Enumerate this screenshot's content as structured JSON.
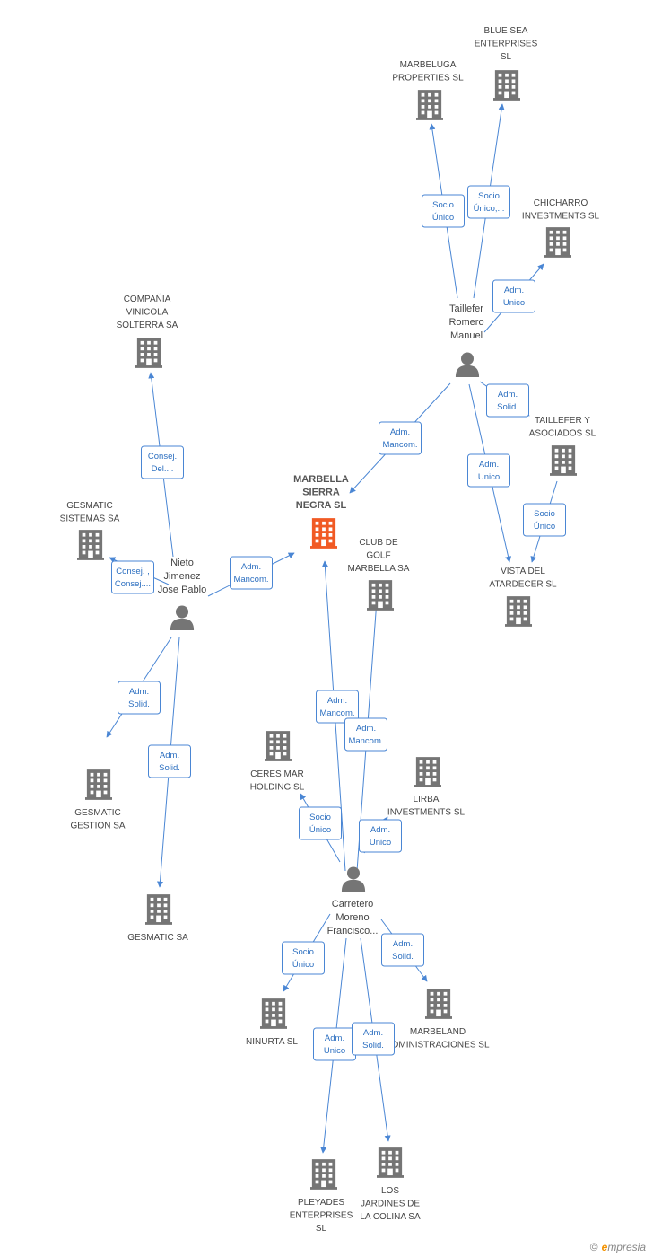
{
  "colors": {
    "edge": "#4a86d4",
    "node": "#757575",
    "main_node": "#f15a24",
    "edge_text": "#2c6fc0"
  },
  "nodes": [
    {
      "id": "marbella",
      "type": "company_main",
      "lines": [
        "MARBELLA",
        "SIERRA",
        "NEGRA SL"
      ]
    },
    {
      "id": "marbeluga",
      "type": "company",
      "lines": [
        "MARBELUGA",
        "PROPERTIES  SL"
      ]
    },
    {
      "id": "bluesea",
      "type": "company",
      "lines": [
        "BLUE SEA",
        "ENTERPRISES",
        "SL"
      ]
    },
    {
      "id": "chicharro",
      "type": "company",
      "lines": [
        "CHICHARRO",
        "INVESTMENTS SL"
      ]
    },
    {
      "id": "taillefer",
      "type": "person",
      "lines": [
        "Taillefer",
        "Romero",
        "Manuel"
      ]
    },
    {
      "id": "taillefer_asoc",
      "type": "company",
      "lines": [
        "TAILLEFER Y",
        "ASOCIADOS SL"
      ]
    },
    {
      "id": "vista",
      "type": "company",
      "lines": [
        "VISTA DEL",
        "ATARDECER  SL"
      ]
    },
    {
      "id": "solterra",
      "type": "company",
      "lines": [
        "COMPAÑIA",
        "VINICOLA",
        "SOLTERRA SA"
      ]
    },
    {
      "id": "gesmatic_sis",
      "type": "company",
      "lines": [
        "GESMATIC",
        "SISTEMAS SA"
      ]
    },
    {
      "id": "nieto",
      "type": "person",
      "lines": [
        "Nieto",
        "Jimenez",
        "Jose Pablo"
      ]
    },
    {
      "id": "club",
      "type": "company",
      "lines": [
        "CLUB DE",
        "GOLF",
        "MARBELLA SA"
      ]
    },
    {
      "id": "gesmatic_ges",
      "type": "company",
      "lines": [
        "GESMATIC",
        "GESTION SA"
      ]
    },
    {
      "id": "gesmatic",
      "type": "company",
      "lines": [
        "GESMATIC SA"
      ]
    },
    {
      "id": "ceres",
      "type": "company",
      "lines": [
        "CERES MAR",
        "HOLDING  SL"
      ]
    },
    {
      "id": "lirba",
      "type": "company",
      "lines": [
        "LIRBA",
        "INVESTMENTS SL"
      ]
    },
    {
      "id": "carretero",
      "type": "person",
      "lines": [
        "Carretero",
        "Moreno",
        "Francisco..."
      ]
    },
    {
      "id": "marbeland",
      "type": "company",
      "lines": [
        "MARBELAND",
        "ADMINISTRACIONES SL"
      ]
    },
    {
      "id": "ninurta",
      "type": "company",
      "lines": [
        "NINURTA SL"
      ]
    },
    {
      "id": "pleyades",
      "type": "company",
      "lines": [
        "PLEYADES",
        "ENTERPRISES",
        "SL"
      ]
    },
    {
      "id": "jardines",
      "type": "company",
      "lines": [
        "LOS",
        "JARDINES DE",
        "LA COLINA SA"
      ]
    }
  ],
  "edges": [
    {
      "from": "taillefer",
      "to": "marbeluga",
      "label": [
        "Socio",
        "Único"
      ]
    },
    {
      "from": "taillefer",
      "to": "bluesea",
      "label": [
        "Socio",
        "Único,..."
      ]
    },
    {
      "from": "taillefer",
      "to": "chicharro",
      "label": [
        "Adm.",
        "Unico"
      ]
    },
    {
      "from": "taillefer",
      "to": "taillefer_asoc",
      "label": [
        "Adm.",
        "Solid."
      ]
    },
    {
      "from": "taillefer",
      "to": "marbella",
      "label": [
        "Adm.",
        "Mancom."
      ]
    },
    {
      "from": "taillefer",
      "to": "vista",
      "label": [
        "Adm.",
        "Unico"
      ]
    },
    {
      "from": "taillefer_asoc",
      "to": "vista",
      "label": [
        "Socio",
        "Único"
      ]
    },
    {
      "from": "nieto",
      "to": "solterra",
      "label": [
        "Consej.",
        "Del...."
      ]
    },
    {
      "from": "nieto",
      "to": "gesmatic_sis",
      "label": [
        "Consej. ,",
        "Consej...."
      ]
    },
    {
      "from": "nieto",
      "to": "marbella",
      "label": [
        "Adm.",
        "Mancom."
      ]
    },
    {
      "from": "nieto",
      "to": "gesmatic_ges",
      "label": [
        "Adm.",
        "Solid."
      ]
    },
    {
      "from": "nieto",
      "to": "gesmatic",
      "label": [
        "Adm.",
        "Solid."
      ]
    },
    {
      "from": "carretero",
      "to": "marbella",
      "label": [
        "Adm.",
        "Mancom."
      ]
    },
    {
      "from": "carretero",
      "to": "club",
      "label": [
        "Adm.",
        "Mancom."
      ]
    },
    {
      "from": "carretero",
      "to": "ceres",
      "label": [
        "Socio",
        "Único"
      ]
    },
    {
      "from": "carretero",
      "to": "lirba",
      "label": [
        "Adm.",
        "Unico"
      ]
    },
    {
      "from": "carretero",
      "to": "ninurta",
      "label": [
        "Socio",
        "Único"
      ]
    },
    {
      "from": "carretero",
      "to": "marbeland",
      "label": [
        "Adm.",
        "Solid."
      ]
    },
    {
      "from": "carretero",
      "to": "pleyades",
      "label": [
        "Adm.",
        "Unico"
      ]
    },
    {
      "from": "carretero",
      "to": "jardines",
      "label": [
        "Adm.",
        "Solid."
      ]
    }
  ],
  "footer": {
    "copyright": "©",
    "brand_initial": "e",
    "brand_rest": "mpresia"
  }
}
